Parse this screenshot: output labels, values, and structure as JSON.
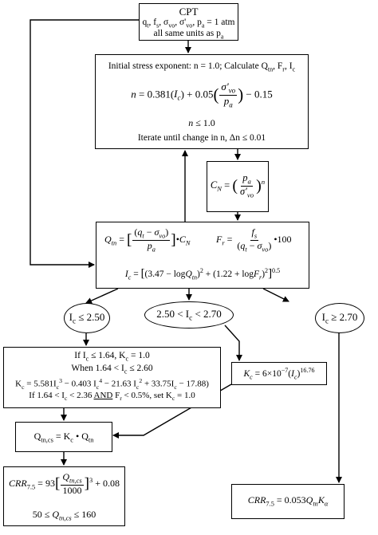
{
  "cpt_box": {
    "title": "CPT",
    "params": "qt, fs, σvo, σ'vo, pa = 1 atm",
    "units": "all same units as pa"
  },
  "initial_box": {
    "header": "Initial stress exponent: n = 1.0; Calculate Qtn, Fr, Ic",
    "formula": "n = 0.381(Ic) + 0.05(σ'vo/pa) − 0.15",
    "constraint": "n ≤ 1.0",
    "iterate": "Iterate until change in n, Δn ≤ 0.01"
  },
  "cn_box": {
    "formula": "CN = (pa/σ'vo)^n"
  },
  "main_box": {
    "qtn": "Qtn = [(qt − σvo)/pa] • CN",
    "fr": "Fr = fs/(qt − σvo) • 100",
    "ic": "Ic = [(3.47 − log Qtn)² + (1.22 + log Fr)²]^0.5"
  },
  "branches": {
    "left": "Ic ≤ 2.50",
    "middle": "2.50 < Ic < 2.70",
    "right": "Ic ≥ 2.70"
  },
  "kc_box": {
    "line1": "If Ic ≤ 1.64, Kc = 1.0",
    "line2": "When 1.64 < Ic ≤ 2.60",
    "line3": "Kc = 5.581Ic³ − 0.403 Ic⁴ − 21.63 Ic² + 33.75Ic − 17.88)",
    "line4": "If 1.64 < Ic < 2.36 AND Fr < 0.5%, set Kc = 1.0"
  },
  "kc_transition_box": {
    "formula": "Kc = 6 × 10⁻⁷ (Ic)^16.76"
  },
  "qtncs_box": {
    "formula": "Qtn,cs = Kc • Qtn"
  },
  "crr_left_box": {
    "formula": "CRR7.5 = 93[Qtn,cs/1000]³ + 0.08",
    "range": "50 ≤ Qtn,cs ≤ 160"
  },
  "crr_right_box": {
    "formula": "CRR7.5 = 0.053QtnKα"
  }
}
